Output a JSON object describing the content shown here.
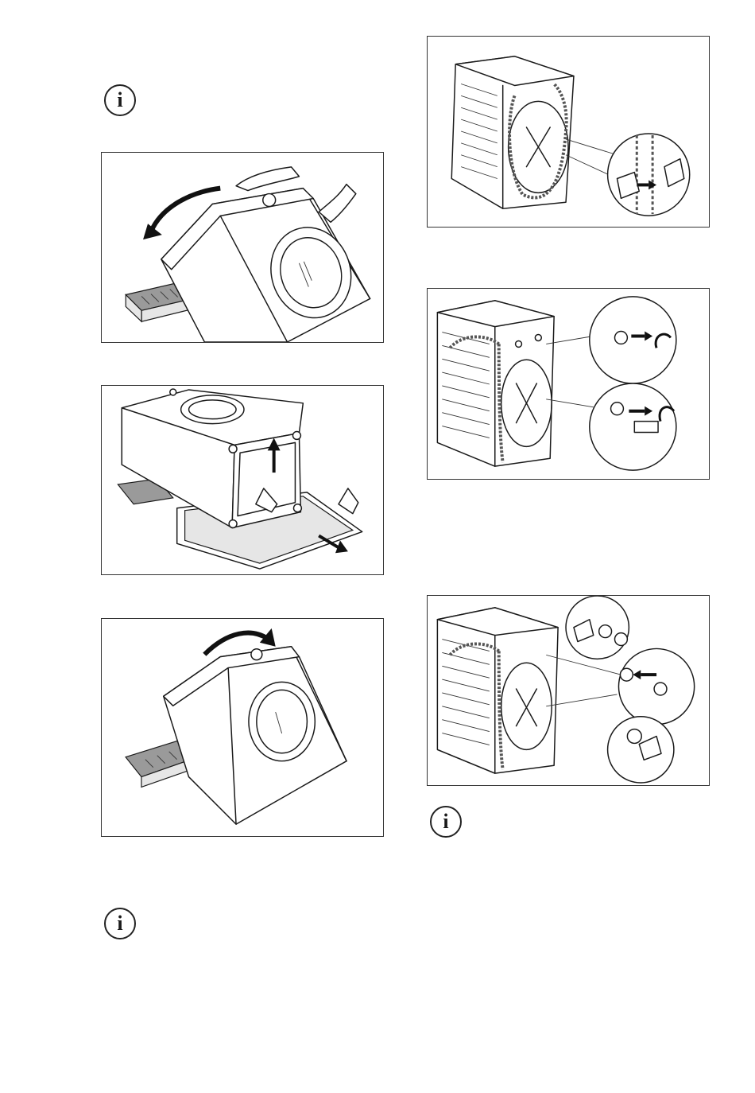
{
  "info_icon_glyph": "i",
  "figures": [
    {
      "id": "tilt-back",
      "icon": "washing-machine-tilt-back"
    },
    {
      "id": "remove-base",
      "icon": "washing-machine-remove-base"
    },
    {
      "id": "tilt-upright",
      "icon": "washing-machine-tilt-upright"
    },
    {
      "id": "hose-clamp",
      "icon": "washing-machine-rear-hose-clamp"
    },
    {
      "id": "remove-bolts",
      "icon": "washing-machine-transit-bolts"
    },
    {
      "id": "insert-caps",
      "icon": "washing-machine-plastic-caps"
    }
  ]
}
